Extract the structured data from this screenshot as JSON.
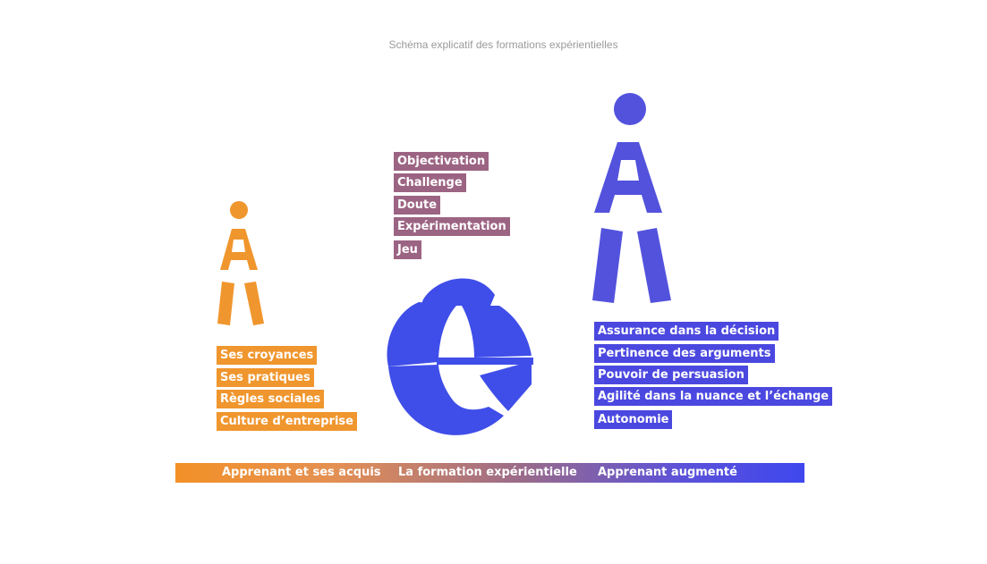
{
  "caption": "Schéma explicatif des formations expérientielles",
  "colors": {
    "orange": "#f0962e",
    "mauve": "#9c6483",
    "blue": "#4b48e0"
  },
  "left_figure": {
    "icon": "person-icon",
    "color": "#f0962e"
  },
  "right_figure": {
    "icon": "person-icon",
    "color": "#5352dd"
  },
  "center_symbol": {
    "icon": "e-logo-icon",
    "color": "#3f4ee8"
  },
  "left_tags": [
    "Ses croyances",
    "Ses pratiques",
    "Règles sociales",
    "Culture d’entreprise"
  ],
  "center_tags": [
    "Objectivation",
    "Challenge",
    "Doute",
    "Expérimentation",
    "Jeu"
  ],
  "right_tags": [
    "Assurance dans la décision",
    "Pertinence des arguments",
    "Pouvoir de persuasion",
    "Agilité dans la nuance et l’échange",
    "Autonomie"
  ],
  "bottom_bar": {
    "labels": [
      "Apprenant et ses acquis",
      "La formation expérientielle",
      "Apprenant augmenté"
    ]
  }
}
